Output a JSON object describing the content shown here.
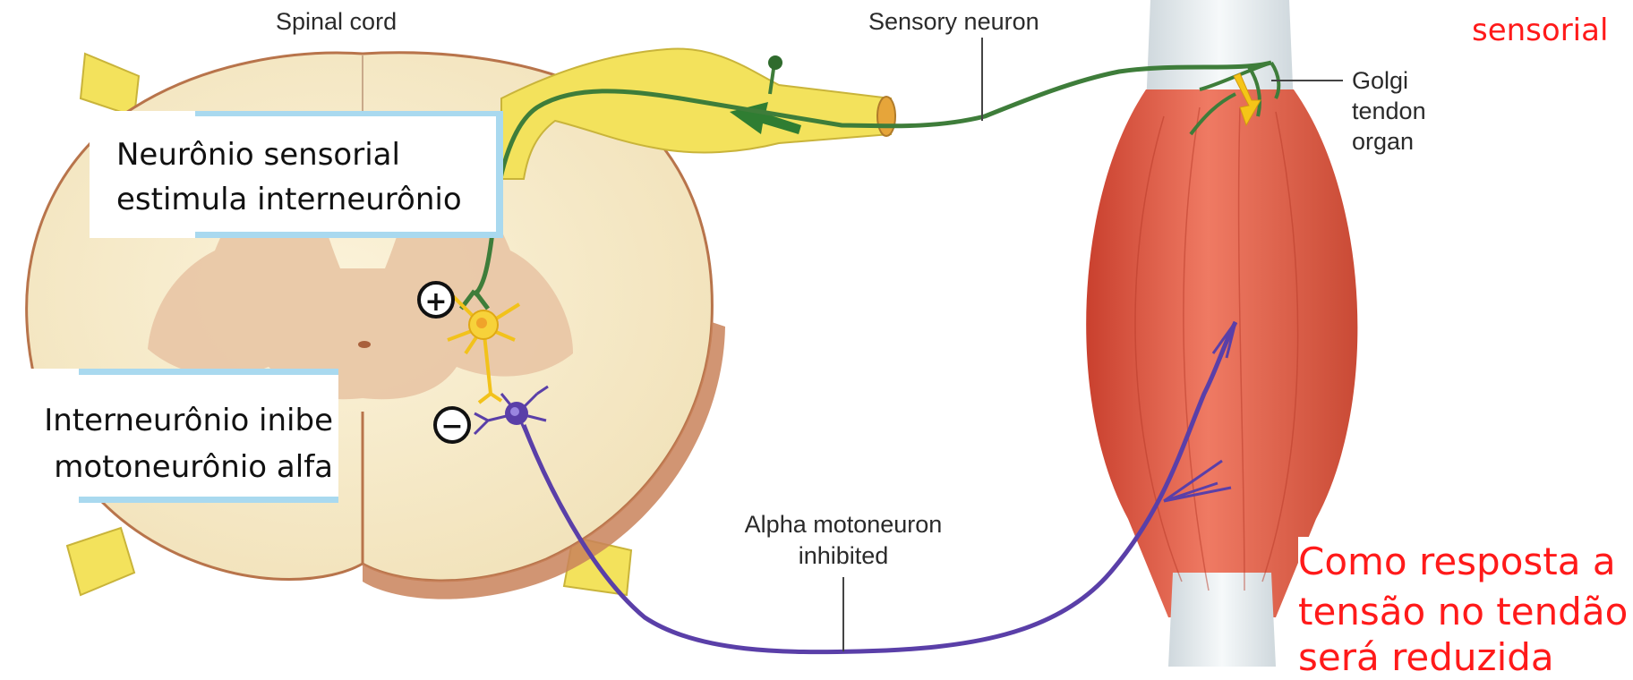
{
  "labels": {
    "spinal_cord": "Spinal cord",
    "sensory_neuron": "Sensory neuron",
    "golgi_tendon_organ": [
      "Golgi",
      "tendon",
      "organ"
    ],
    "alpha_motoneuron": [
      "Alpha motoneuron",
      "inhibited"
    ],
    "plus_sign": "+",
    "minus_sign": "−"
  },
  "annotations": {
    "sensory_stimulates": [
      "Neurônio sensorial",
      "estimula interneurônio"
    ],
    "interneuron_inhibits": [
      "Interneurônio inibe",
      "motoneurônio alfa"
    ],
    "top_right_fragment": "sensorial",
    "response": [
      "Como resposta a",
      "tensão no tendão",
      "será reduzida"
    ]
  },
  "colors": {
    "spinal_white_matter": "#f7ecc8",
    "spinal_gray_matter": "#e9c7a6",
    "ganglion_yellow": "#f3e25c",
    "sensory_green": "#3e7d3a",
    "interneuron_yellow": "#f2c21b",
    "motoneuron_purple": "#5a3fa8",
    "muscle_red": "#e0604a",
    "tendon_white": "#e8eef1",
    "annotation_red": "#ff1a1a",
    "box_border_blue": "#a9d9ef"
  }
}
